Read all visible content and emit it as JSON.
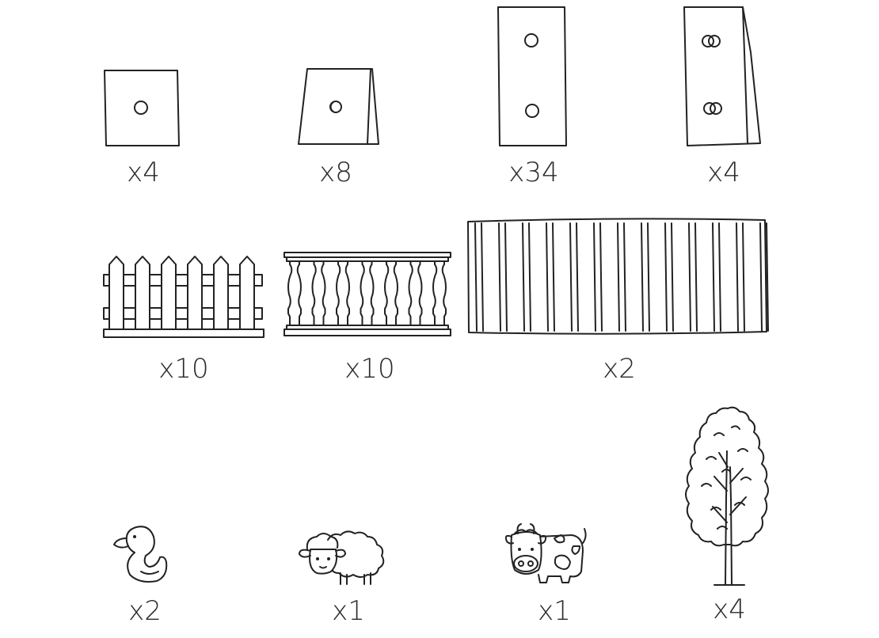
{
  "parts": {
    "square_block": {
      "icon": "square-block-icon",
      "quantity": "x4"
    },
    "wedge_block": {
      "icon": "wedge-block-icon",
      "quantity": "x8"
    },
    "tall_block": {
      "icon": "tall-block-icon",
      "quantity": "x34"
    },
    "tall_wedge_block": {
      "icon": "tall-wedge-block-icon",
      "quantity": "x4"
    },
    "picket_fence": {
      "icon": "picket-fence-icon",
      "quantity": "x10"
    },
    "baluster_fence": {
      "icon": "baluster-fence-icon",
      "quantity": "x10"
    },
    "corrugated_panel": {
      "icon": "corrugated-panel-icon",
      "quantity": "x2"
    },
    "duck": {
      "icon": "duck-icon",
      "quantity": "x2"
    },
    "sheep": {
      "icon": "sheep-icon",
      "quantity": "x1"
    },
    "cow": {
      "icon": "cow-icon",
      "quantity": "x1"
    },
    "tree": {
      "icon": "tree-icon",
      "quantity": "x4"
    }
  }
}
